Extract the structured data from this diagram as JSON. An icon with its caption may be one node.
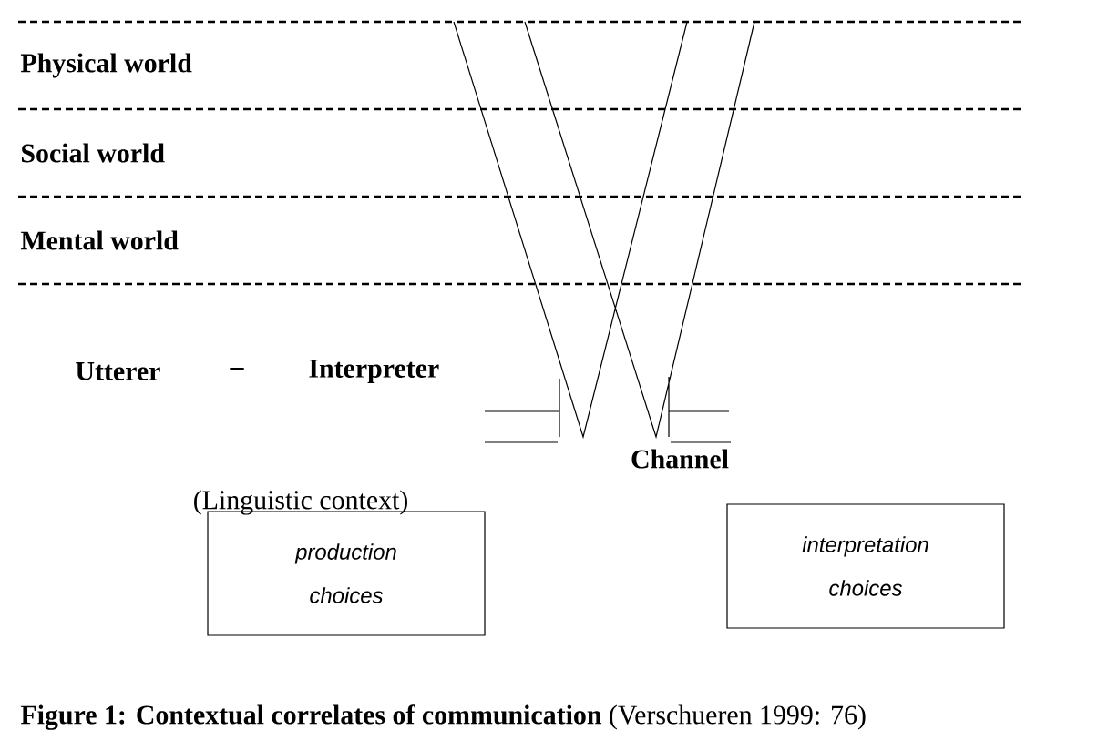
{
  "diagram": {
    "caption": "**Figure 1: Contextual correlates of communication** (Verschueren 1999: 76)",
    "nodes": [
      {
        "text": [
          "production choices"
        ]
      },
      {
        "text": [
          "interpretation choices"
        ]
      }
    ],
    "edges": [],
    "labels": [
      "Physical world",
      "Social world",
      "Mental world",
      "Utterer",
      "–",
      "Interpreter",
      "Channel",
      "(Linguistic context)"
    ]
  }
}
